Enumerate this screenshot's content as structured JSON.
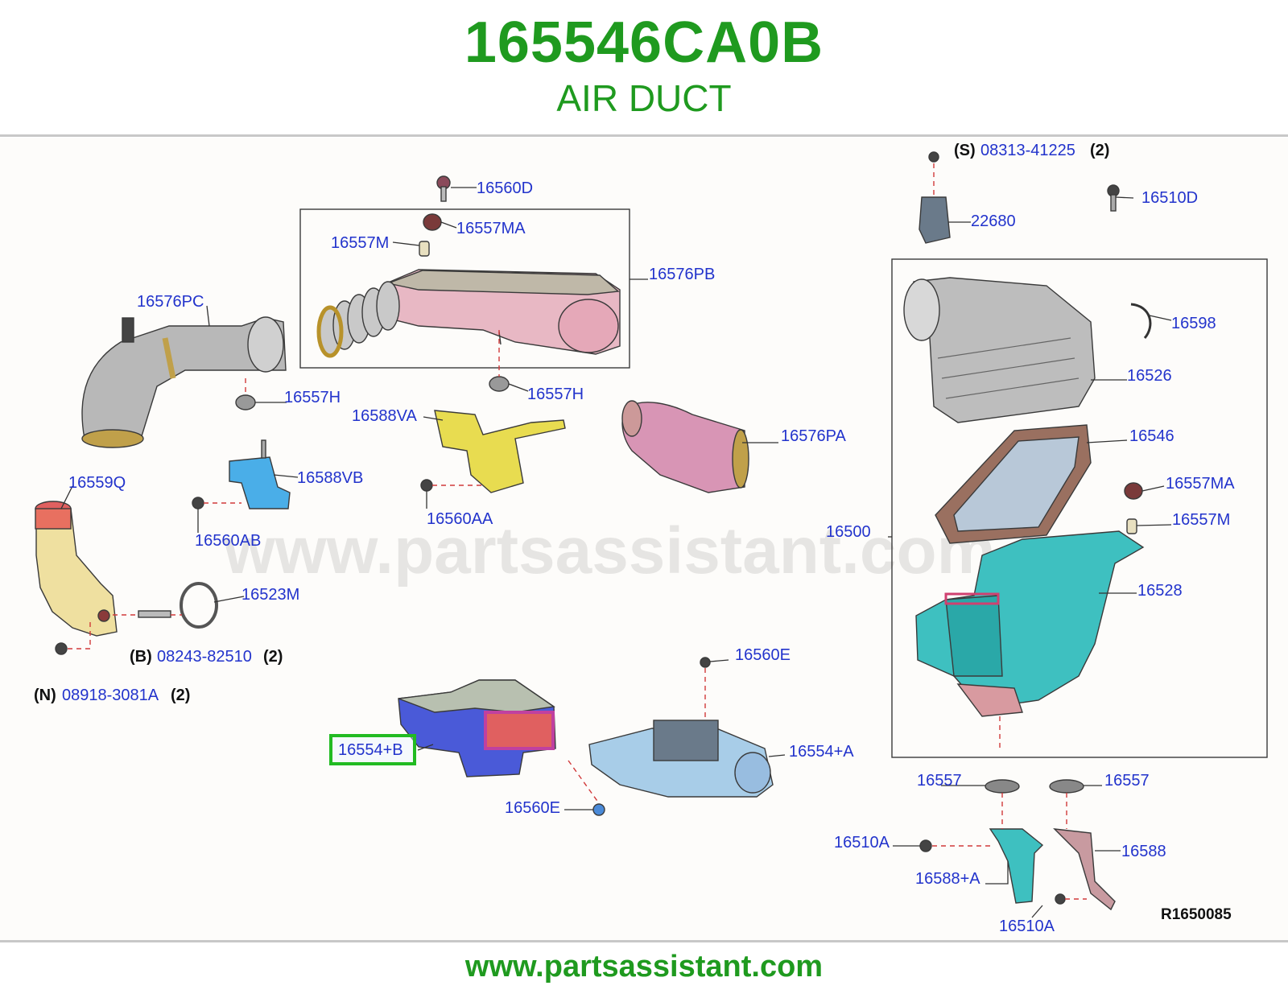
{
  "header": {
    "part_number": "165546CA0B",
    "part_name": "AIR DUCT"
  },
  "footer": {
    "url": "www.partsassistant.com"
  },
  "watermark": "www.partsassistant.com",
  "diagram_ref": "R1650085",
  "highlight_color": "#22bb22",
  "brand_color": "#1f9a1f",
  "label_color": "#2233cc",
  "callouts": {
    "p16560D": "16560D",
    "p16557MA_top": "16557MA",
    "p16557M_top": "16557M",
    "p16576PB": "16576PB",
    "p16576PC": "16576PC",
    "p16557H_left": "16557H",
    "p16557H_mid": "16557H",
    "p16588VA": "16588VA",
    "p16576PA": "16576PA",
    "p16588VB": "16588VB",
    "p16560AA": "16560AA",
    "p16559Q": "16559Q",
    "p16560AB": "16560AB",
    "p16523M": "16523M",
    "b_prefix": "(B)",
    "p08243": "08243-82510",
    "b_qty": "(2)",
    "n_prefix": "(N)",
    "p08918": "08918-3081A",
    "n_qty": "(2)",
    "p16560E_top": "16560E",
    "p16554B": "16554+B",
    "p16554A": "16554+A",
    "p16560E_bottom": "16560E",
    "s_prefix": "(S)",
    "p08313": "08313-41225",
    "s_qty": "(2)",
    "p16510D": "16510D",
    "p22680": "22680",
    "p16598": "16598",
    "p16526": "16526",
    "p16546": "16546",
    "p16557MA_right": "16557MA",
    "p16557M_right": "16557M",
    "p16500": "16500",
    "p16528": "16528",
    "p16557_left": "16557",
    "p16557_right": "16557",
    "p16510A_top": "16510A",
    "p16588": "16588",
    "p16588A": "16588+A",
    "p16510A_bottom": "16510A"
  }
}
